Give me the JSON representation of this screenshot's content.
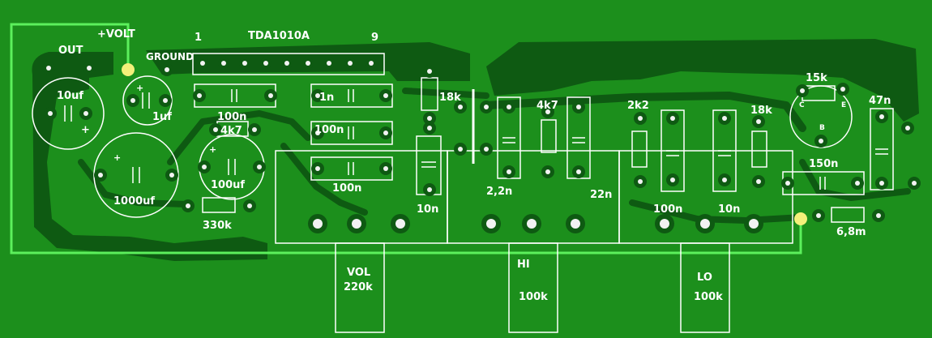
{
  "board": {
    "colors": {
      "board": "#1c8f1c",
      "copper": "#0e5a12",
      "silk": "#ffffff",
      "wire": "#5cf05c",
      "pad_hole": "#f2f2f2",
      "solder_joint": "#f3f07a"
    }
  },
  "labels": {
    "volt": "+VOLT",
    "out": "OUT",
    "ground": "GROUND",
    "chip": "TDA1010A",
    "pin1": "1",
    "pin9": "9",
    "c_10uf": "10uf",
    "c_1uf": "1uf",
    "c_1000uf": "1000uf",
    "c_100uf": "100uf",
    "plus": "+",
    "c_100n_a": "100n",
    "r_4k7_a": "4k7",
    "r_330k": "330k",
    "c_1n": "1n",
    "c_100n_b": "100n",
    "c_100n_c": "100n",
    "r_18k_a": "18k",
    "c_10n_a": "10n",
    "r_4k7_b": "4k7",
    "c_2_2n": "2,2n",
    "c_22n": "22n",
    "r_2k2": "2k2",
    "r_18k_b": "18k",
    "c_100n_d": "100n",
    "c_10n_b": "10n",
    "r_15k": "15k",
    "c_47n": "47n",
    "c_150n": "150n",
    "r_6_8m": "6,8m",
    "pin_c": "C",
    "pin_e": "E",
    "pin_b": "B",
    "pot_vol_name": "VOL",
    "pot_vol_value": "220k",
    "pot_hi_name": "HI",
    "pot_hi_value": "100k",
    "pot_lo_name": "LO",
    "pot_lo_value": "100k"
  }
}
